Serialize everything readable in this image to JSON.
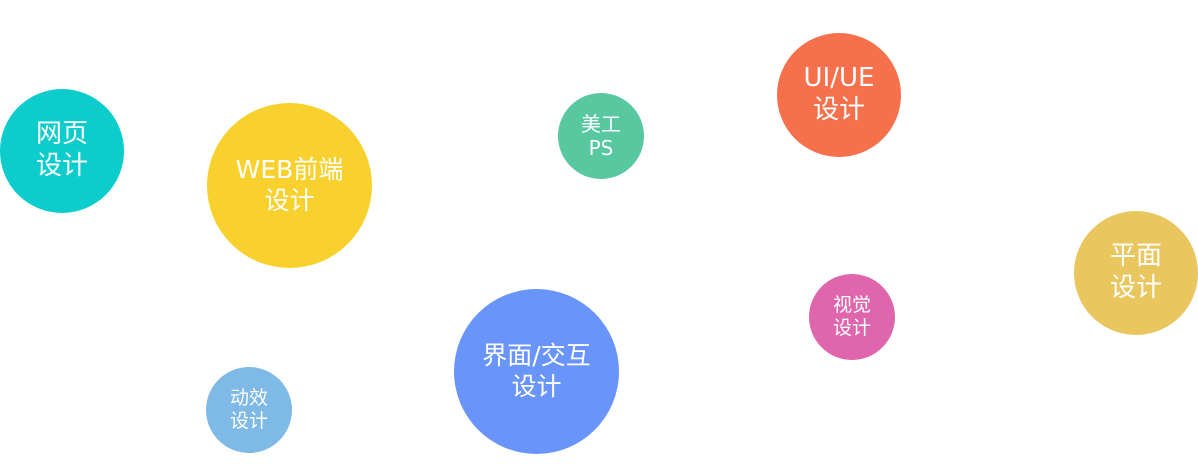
{
  "bubbles": {
    "wangye": {
      "line1": "网页",
      "line2": "设计",
      "color": "#0ccccc"
    },
    "web": {
      "line1": "WEB前端",
      "line2": "设计",
      "color": "#f8d12e"
    },
    "meigong": {
      "line1": "美工",
      "line2": "PS",
      "color": "#58c8a0"
    },
    "uiue": {
      "line1": "UI/UE",
      "line2": "设计",
      "color": "#f6704b"
    },
    "pingmian": {
      "line1": "平面",
      "line2": "设计",
      "color": "#eac65f"
    },
    "shijue": {
      "line1": "视觉",
      "line2": "设计",
      "color": "#df66ad"
    },
    "jiemian": {
      "line1": "界面/交互",
      "line2": "设计",
      "color": "#6995fb"
    },
    "dongxiao": {
      "line1": "动效",
      "line2": "设计",
      "color": "#7fb9e6"
    }
  }
}
